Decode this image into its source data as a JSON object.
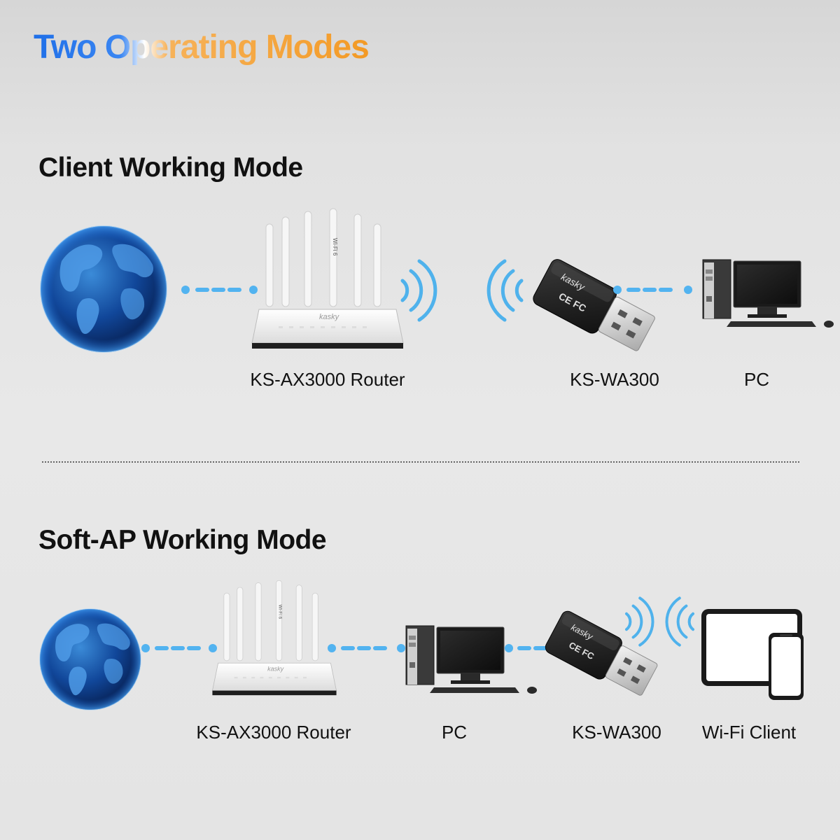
{
  "title": "Two Operating Modes",
  "colors": {
    "title_blue": "#1f6fe8",
    "title_orange": "#f39a25",
    "link_blue": "#52b3f0",
    "wave_blue": "#4fb2ec"
  },
  "brand": {
    "router_logo": "kasky",
    "adapter_logo": "kasky",
    "adapter_mark": "CE FC",
    "router_antenna_text": "Wi-Fi 6"
  },
  "client_mode": {
    "title": "Client Working Mode",
    "devices": {
      "router": "KS-AX3000 Router",
      "adapter": "KS-WA300",
      "pc": "PC"
    }
  },
  "softap_mode": {
    "title": "Soft-AP Working Mode",
    "devices": {
      "router": "KS-AX3000 Router",
      "pc": "PC",
      "adapter": "KS-WA300",
      "client": "Wi-Fi Client"
    }
  },
  "icons": [
    "globe-icon",
    "router-icon",
    "wifi-waves-icon",
    "usb-adapter-icon",
    "desktop-pc-icon",
    "tablet-icon",
    "phone-icon"
  ]
}
